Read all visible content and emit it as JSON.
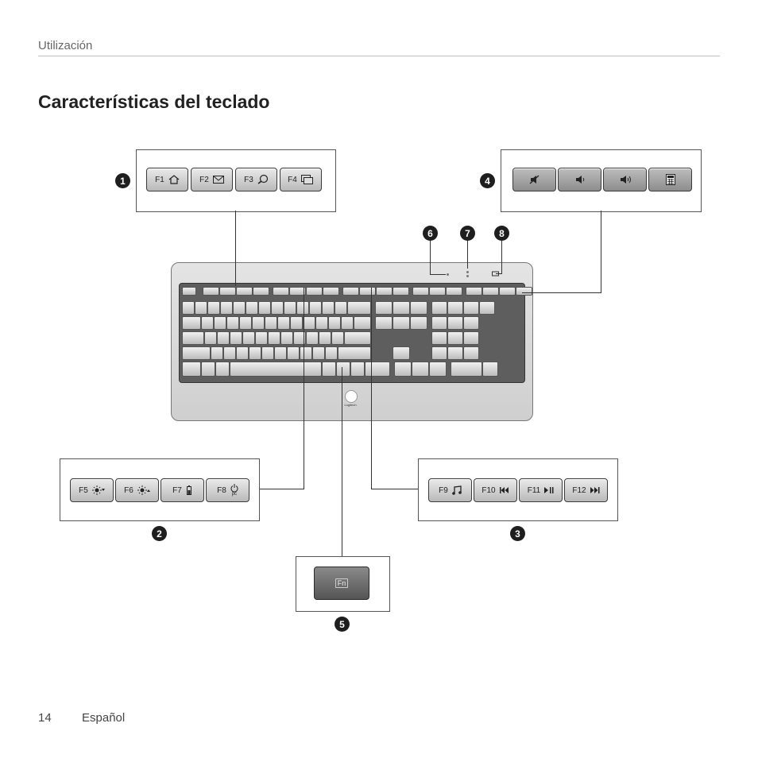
{
  "header": {
    "section": "Utilización"
  },
  "title": "Características del teclado",
  "footer": {
    "page": "14",
    "language": "Español"
  },
  "badges": [
    "1",
    "2",
    "3",
    "4",
    "5",
    "6",
    "7",
    "8"
  ],
  "callout1": {
    "keys": [
      {
        "label": "F1",
        "icon": "home-icon"
      },
      {
        "label": "F2",
        "icon": "mail-icon"
      },
      {
        "label": "F3",
        "icon": "search-icon"
      },
      {
        "label": "F4",
        "icon": "windows-icon"
      }
    ]
  },
  "callout2": {
    "keys": [
      {
        "label": "F5",
        "icon": "brightness-down-icon"
      },
      {
        "label": "F6",
        "icon": "brightness-up-icon"
      },
      {
        "label": "F7",
        "icon": "battery-icon"
      },
      {
        "label": "F8",
        "icon": "power-icon",
        "sub": "pc"
      }
    ]
  },
  "callout3": {
    "keys": [
      {
        "label": "F9",
        "icon": "music-icon"
      },
      {
        "label": "F10",
        "icon": "previous-track-icon"
      },
      {
        "label": "F11",
        "icon": "play-pause-icon"
      },
      {
        "label": "F12",
        "icon": "next-track-icon"
      }
    ]
  },
  "callout4": {
    "keys": [
      {
        "icon": "mute-icon"
      },
      {
        "icon": "volume-down-icon"
      },
      {
        "icon": "volume-up-icon"
      },
      {
        "icon": "calculator-icon"
      }
    ]
  },
  "callout5": {
    "key": "Fn"
  },
  "keyboard": {
    "brand": "Logitech"
  }
}
